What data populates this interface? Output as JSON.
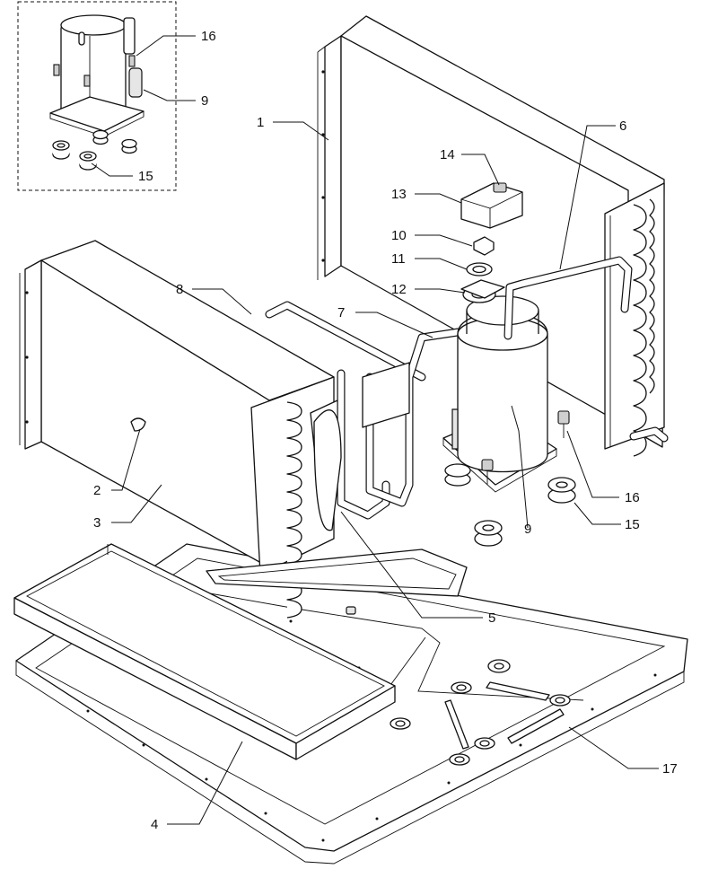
{
  "callouts": [
    {
      "id": "c1",
      "label": "1"
    },
    {
      "id": "c2",
      "label": "2"
    },
    {
      "id": "c3",
      "label": "3"
    },
    {
      "id": "c4",
      "label": "4"
    },
    {
      "id": "c5",
      "label": "5"
    },
    {
      "id": "c6",
      "label": "6"
    },
    {
      "id": "c7",
      "label": "7"
    },
    {
      "id": "c8",
      "label": "8"
    },
    {
      "id": "c9a",
      "label": "9"
    },
    {
      "id": "c9b",
      "label": "9"
    },
    {
      "id": "c10",
      "label": "10"
    },
    {
      "id": "c11",
      "label": "11"
    },
    {
      "id": "c12",
      "label": "12"
    },
    {
      "id": "c13",
      "label": "13"
    },
    {
      "id": "c14",
      "label": "14"
    },
    {
      "id": "c15a",
      "label": "15"
    },
    {
      "id": "c15b",
      "label": "15"
    },
    {
      "id": "c16a",
      "label": "16"
    },
    {
      "id": "c16b",
      "label": "16"
    },
    {
      "id": "c17",
      "label": "17"
    }
  ]
}
